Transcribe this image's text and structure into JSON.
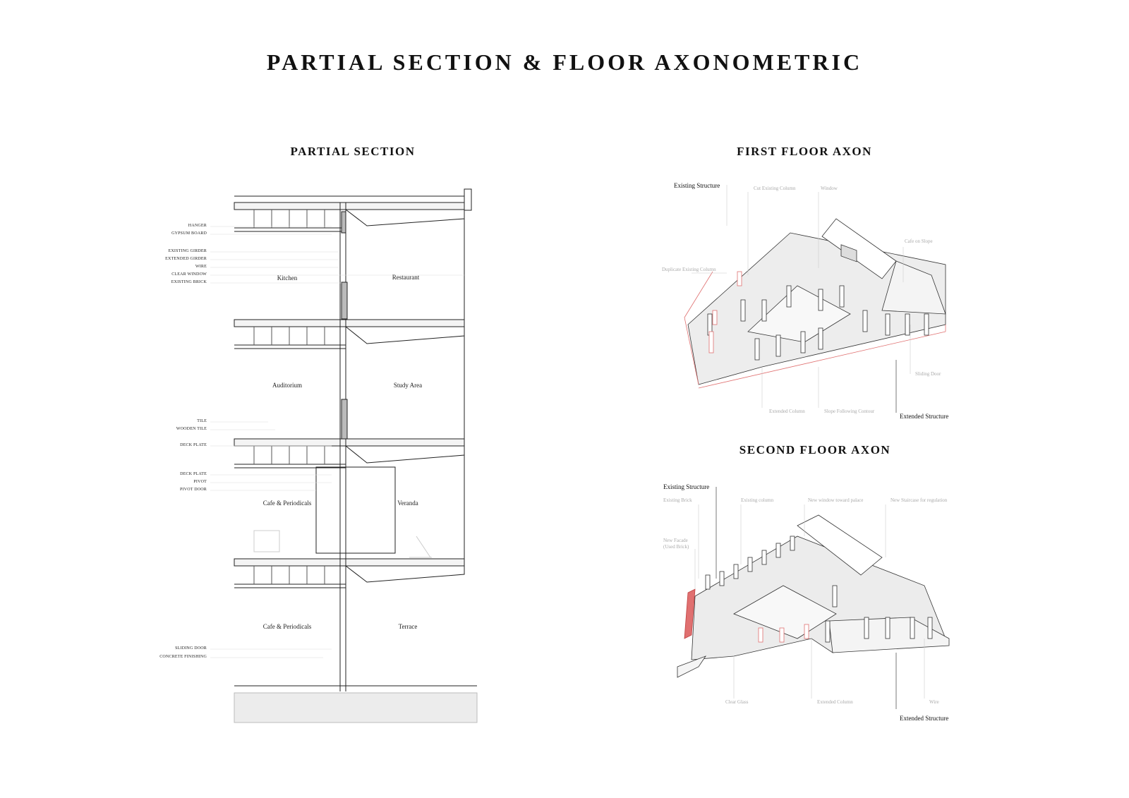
{
  "title": "PARTIAL SECTION & FLOOR AXONOMETRIC",
  "section": {
    "title": "PARTIAL SECTION",
    "tags": [
      "HANGER",
      "GYPSUM BOARD",
      "EXISTING GIRDER",
      "EXTENDED GIRDER",
      "WIRE",
      "CLEAR WINDOW",
      "EXISTING BRICK",
      "TILE",
      "WOODEN TILE",
      "DECK PLATE",
      "DECK PLATE",
      "PIVOT",
      "PIVOT DOOR",
      "SLIDING DOOR",
      "CONCRETE FINISHING"
    ],
    "rooms": [
      "Kitchen",
      "Restaurant",
      "Auditorium",
      "Study Area",
      "Cafe & Periodicals",
      "Veranda",
      "Cafe & Periodicals",
      "Terrace"
    ]
  },
  "first_floor": {
    "title": "FIRST FLOOR AXON",
    "existing_structure": "Existing Structure",
    "extended_structure": "Extended Structure",
    "annotations": [
      "Cut Existing Column",
      "Window",
      "Cafe on Slope",
      "Duplicate Existing Column",
      "Sliding Door",
      "Extended Column",
      "Slope Following Contour"
    ]
  },
  "second_floor": {
    "title": "SECOND  FLOOR AXON",
    "existing_structure": "Existing Structure",
    "extended_structure": "Extended Structure",
    "annotations": [
      "Existing Brick",
      "Existing column",
      "New window toward palace",
      "New Staircase for regulation",
      "New Facade",
      "(Used Brick)",
      "Clear Glass",
      "Extended Column",
      "Wire"
    ]
  }
}
